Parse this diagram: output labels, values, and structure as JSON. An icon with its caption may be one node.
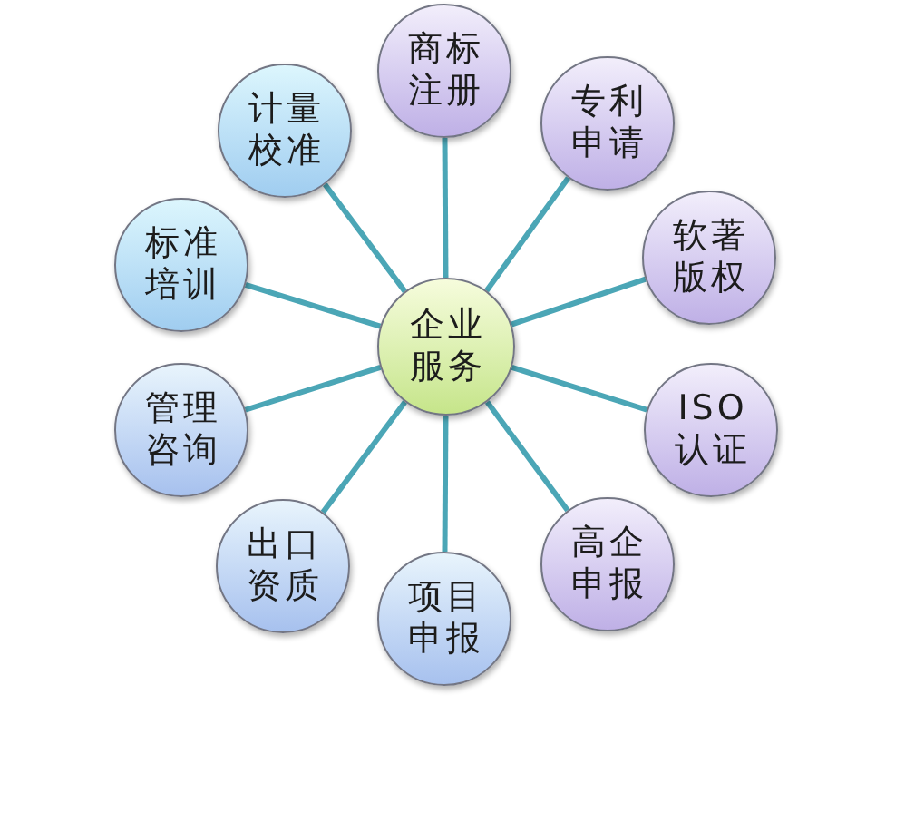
{
  "diagram": {
    "nodes": [
      {
        "text": [
          "企业服务"
        ]
      },
      {
        "text": [
          "商标注册"
        ]
      },
      {
        "text": [
          "专利申请"
        ]
      },
      {
        "text": [
          "软著版权"
        ]
      },
      {
        "text": [
          "ISO认证"
        ]
      },
      {
        "text": [
          "高企申报"
        ]
      },
      {
        "text": [
          "项目申报"
        ]
      },
      {
        "text": [
          "出口资质"
        ]
      },
      {
        "text": [
          "管理咨询"
        ]
      },
      {
        "text": [
          "标准培训"
        ]
      },
      {
        "text": [
          "计量校准"
        ]
      }
    ],
    "edges": [
      {
        "from": 0,
        "to": 1,
        "arrow": "none"
      },
      {
        "from": 0,
        "to": 2,
        "arrow": "none"
      },
      {
        "from": 0,
        "to": 3,
        "arrow": "none"
      },
      {
        "from": 0,
        "to": 4,
        "arrow": "none"
      },
      {
        "from": 0,
        "to": 5,
        "arrow": "none"
      },
      {
        "from": 0,
        "to": 6,
        "arrow": "none"
      },
      {
        "from": 0,
        "to": 7,
        "arrow": "none"
      },
      {
        "from": 0,
        "to": 8,
        "arrow": "none"
      },
      {
        "from": 0,
        "to": 9,
        "arrow": "none"
      },
      {
        "from": 0,
        "to": 10,
        "arrow": "none"
      }
    ]
  }
}
